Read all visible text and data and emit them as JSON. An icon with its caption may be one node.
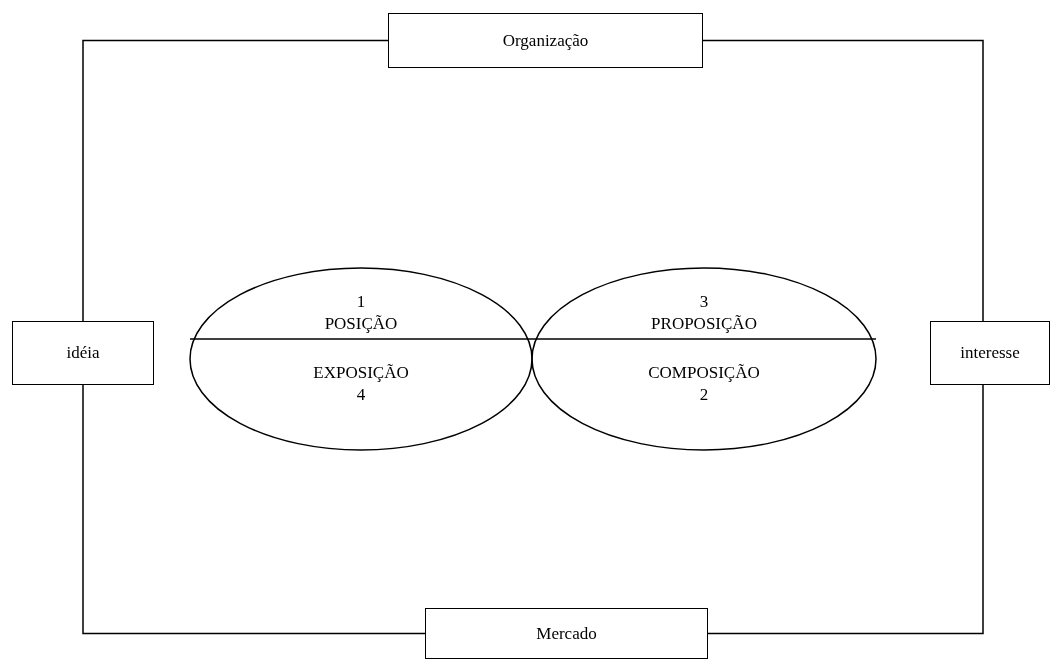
{
  "diagram": {
    "nodes": [
      {
        "text": [
          "Organização"
        ]
      },
      {
        "text": [
          "idéia"
        ]
      },
      {
        "text": [
          "1 POSIÇÃO",
          "EXPOSIÇÃO 4"
        ]
      },
      {
        "text": [
          "3 PROPOSIÇÃO",
          "COMPOSIÇÃO 2"
        ]
      },
      {
        "text": [
          "interesse"
        ]
      },
      {
        "text": [
          "Mercado"
        ]
      }
    ],
    "edges": [
      {
        "from": 0,
        "to": 1,
        "arrow": "none"
      },
      {
        "from": 1,
        "to": 5,
        "arrow": "none"
      },
      {
        "from": 5,
        "to": 4,
        "arrow": "none"
      },
      {
        "from": 4,
        "to": 0,
        "arrow": "none"
      }
    ]
  }
}
